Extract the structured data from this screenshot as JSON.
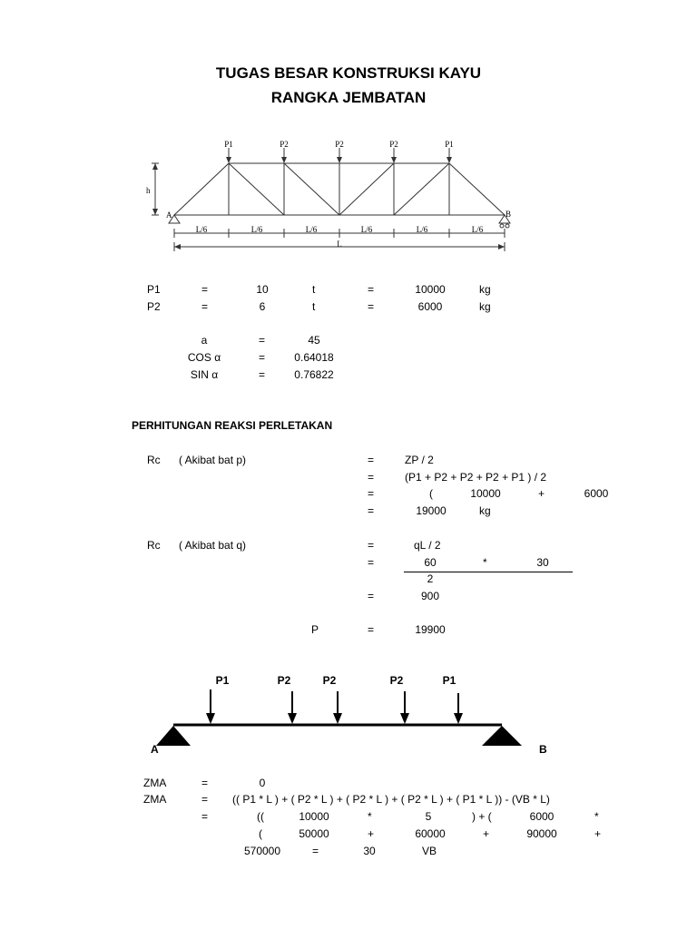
{
  "title": {
    "line1": "TUGAS BESAR KONSTRUKSI KAYU",
    "line2": "RANGKA JEMBATAN"
  },
  "truss_diagram": {
    "load_labels": [
      "P1",
      "P2",
      "P2",
      "P2",
      "P1"
    ],
    "height_label": "h",
    "support_left": "A",
    "support_right": "B",
    "segment_labels": [
      "L/6",
      "L/6",
      "L/6",
      "L/6",
      "L/6",
      "L/6"
    ],
    "span_label": "L"
  },
  "loads": [
    {
      "name": "P1",
      "eq": "=",
      "value": "10",
      "unit": "t",
      "eq2": "=",
      "value_kg": "10000",
      "unit_kg": "kg"
    },
    {
      "name": "P2",
      "eq": "=",
      "value": "6",
      "unit": "t",
      "eq2": "=",
      "value_kg": "6000",
      "unit_kg": "kg"
    }
  ],
  "angles": [
    {
      "name": "a",
      "eq": "=",
      "value": "45"
    },
    {
      "name": "COS α",
      "eq": "=",
      "value": "0.64018"
    },
    {
      "name": "SIN α",
      "eq": "=",
      "value": "0.76822"
    }
  ],
  "section_heading": "PERHITUNGAN REAKSI PERLETAKAN",
  "rc_p": {
    "label": "Rc",
    "desc": "( Akibat bat p)",
    "eq": "=",
    "line1": "ZP / 2",
    "line2": "(P1 + P2 + P2 + P2 + P1 ) / 2",
    "line3": [
      "(",
      "10000",
      "+",
      "6000"
    ],
    "line4": [
      "19000",
      "kg"
    ]
  },
  "rc_q": {
    "label": "Rc",
    "desc": "( Akibat bat q)",
    "eq": "=",
    "line1": "qL / 2",
    "numerator": [
      "60",
      "*",
      "30"
    ],
    "denominator": "2",
    "result": "900"
  },
  "p_total": {
    "label": "P",
    "eq": "=",
    "value": "19900"
  },
  "beam_diagram": {
    "load_labels": [
      "P1",
      "P2",
      "P2",
      "P2",
      "P1"
    ],
    "support_left": "A",
    "support_right": "B"
  },
  "moments": {
    "row1": {
      "label": "ZMA",
      "eq": "=",
      "value": "0"
    },
    "row2": {
      "label": "ZMA",
      "eq": "=",
      "value": "(( P1 * L ) + ( P2 * L ) + ( P2 * L ) + ( P2 * L ) + ( P1 * L )) - (VB * L)"
    },
    "row3": {
      "eq": "=",
      "cells": [
        "((",
        "10000",
        "*",
        "5",
        ") + (",
        "6000",
        "*"
      ]
    },
    "row4": {
      "cells": [
        "(",
        "50000",
        "+",
        "60000",
        "+",
        "90000",
        "+"
      ]
    },
    "row5": {
      "cells": [
        "570000",
        "=",
        "30",
        "VB"
      ]
    }
  }
}
